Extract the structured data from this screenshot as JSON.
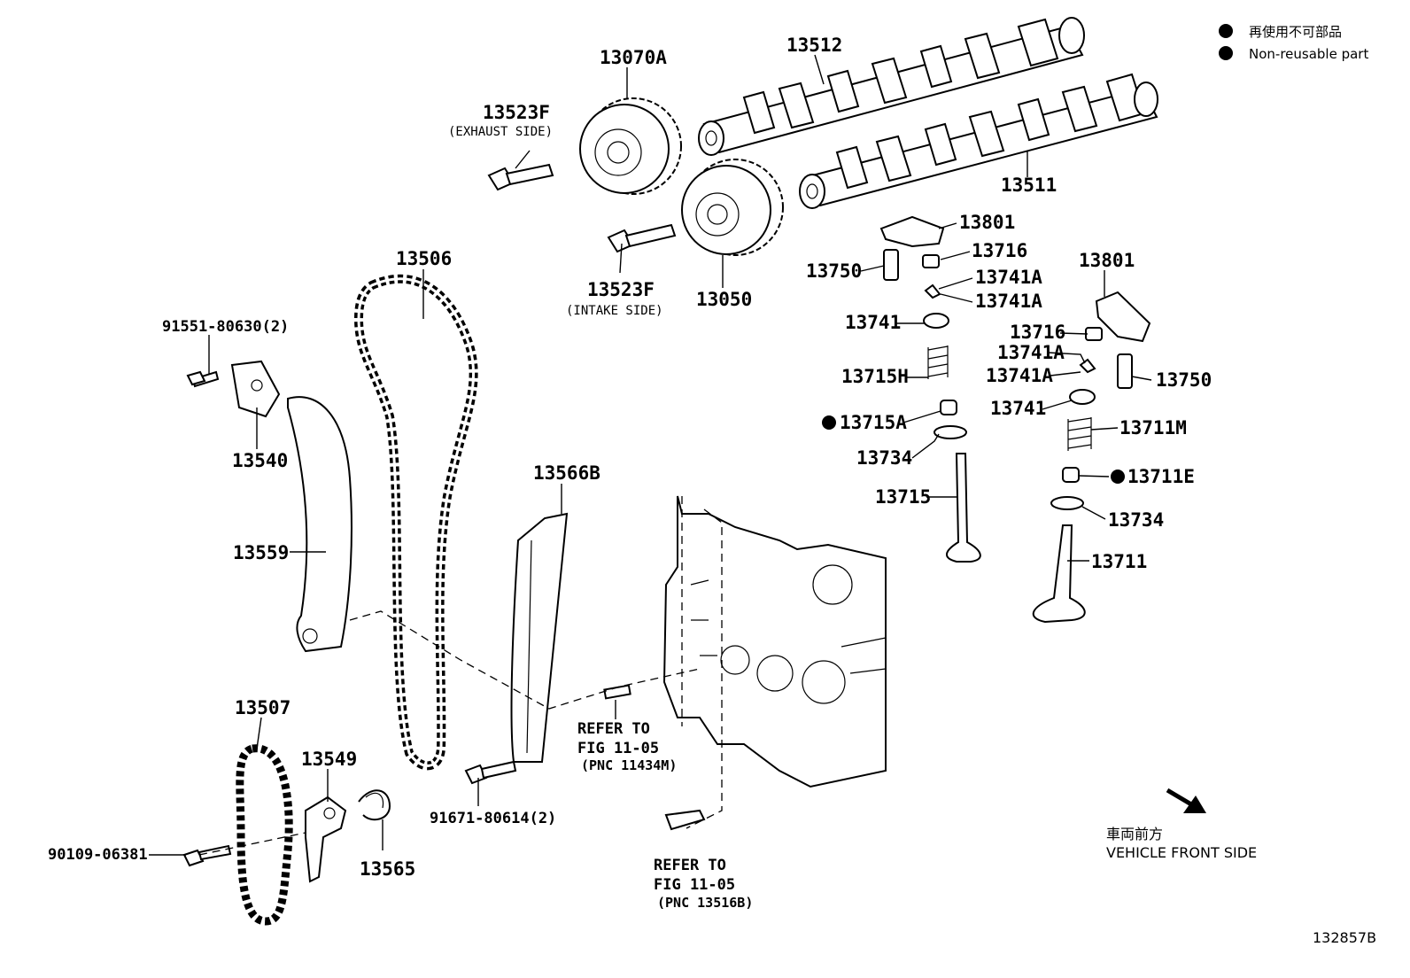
{
  "legend": {
    "jp_label": "再使用不可部品",
    "en_label": "Non-reusable part"
  },
  "parts": {
    "p13512": "13512",
    "p13070A": "13070A",
    "p13523F_top": "13523F",
    "exhaust_side": "(EXHAUST SIDE)",
    "p13511": "13511",
    "p13801_a": "13801",
    "p13716_a": "13716",
    "p13750_a": "13750",
    "p13741A_a": "13741A",
    "p13741A_b": "13741A",
    "p13741_a": "13741",
    "p13715H": "13715H",
    "p13715A": "13715A",
    "p13734_a": "13734",
    "p13715": "13715",
    "p13801_b": "13801",
    "p13716_b": "13716",
    "p13741A_c": "13741A",
    "p13741A_d": "13741A",
    "p13750_b": "13750",
    "p13741_b": "13741",
    "p13711M": "13711M",
    "p13711E": "13711E",
    "p13734_b": "13734",
    "p13711": "13711",
    "p13506": "13506",
    "p13523F_bottom": "13523F",
    "intake_side": "(INTAKE SIDE)",
    "p13050": "13050",
    "p91551": "91551-80630(2)",
    "p13540": "13540",
    "p13559": "13559",
    "p13566B": "13566B",
    "p13507": "13507",
    "p13549": "13549",
    "p90109": "90109-06381",
    "p13565": "13565",
    "p91671": "91671-80614(2)"
  },
  "refs": {
    "ref1_line1": "REFER TO",
    "ref1_line2": "FIG 11-05",
    "ref1_line3": "(PNC 11434M)",
    "ref2_line1": "REFER TO",
    "ref2_line2": "FIG 11-05",
    "ref2_line3": "(PNC 13516B)"
  },
  "vehicle_front": {
    "jp": "車両前方",
    "en": "VEHICLE FRONT SIDE"
  },
  "figure_number": "132857B"
}
